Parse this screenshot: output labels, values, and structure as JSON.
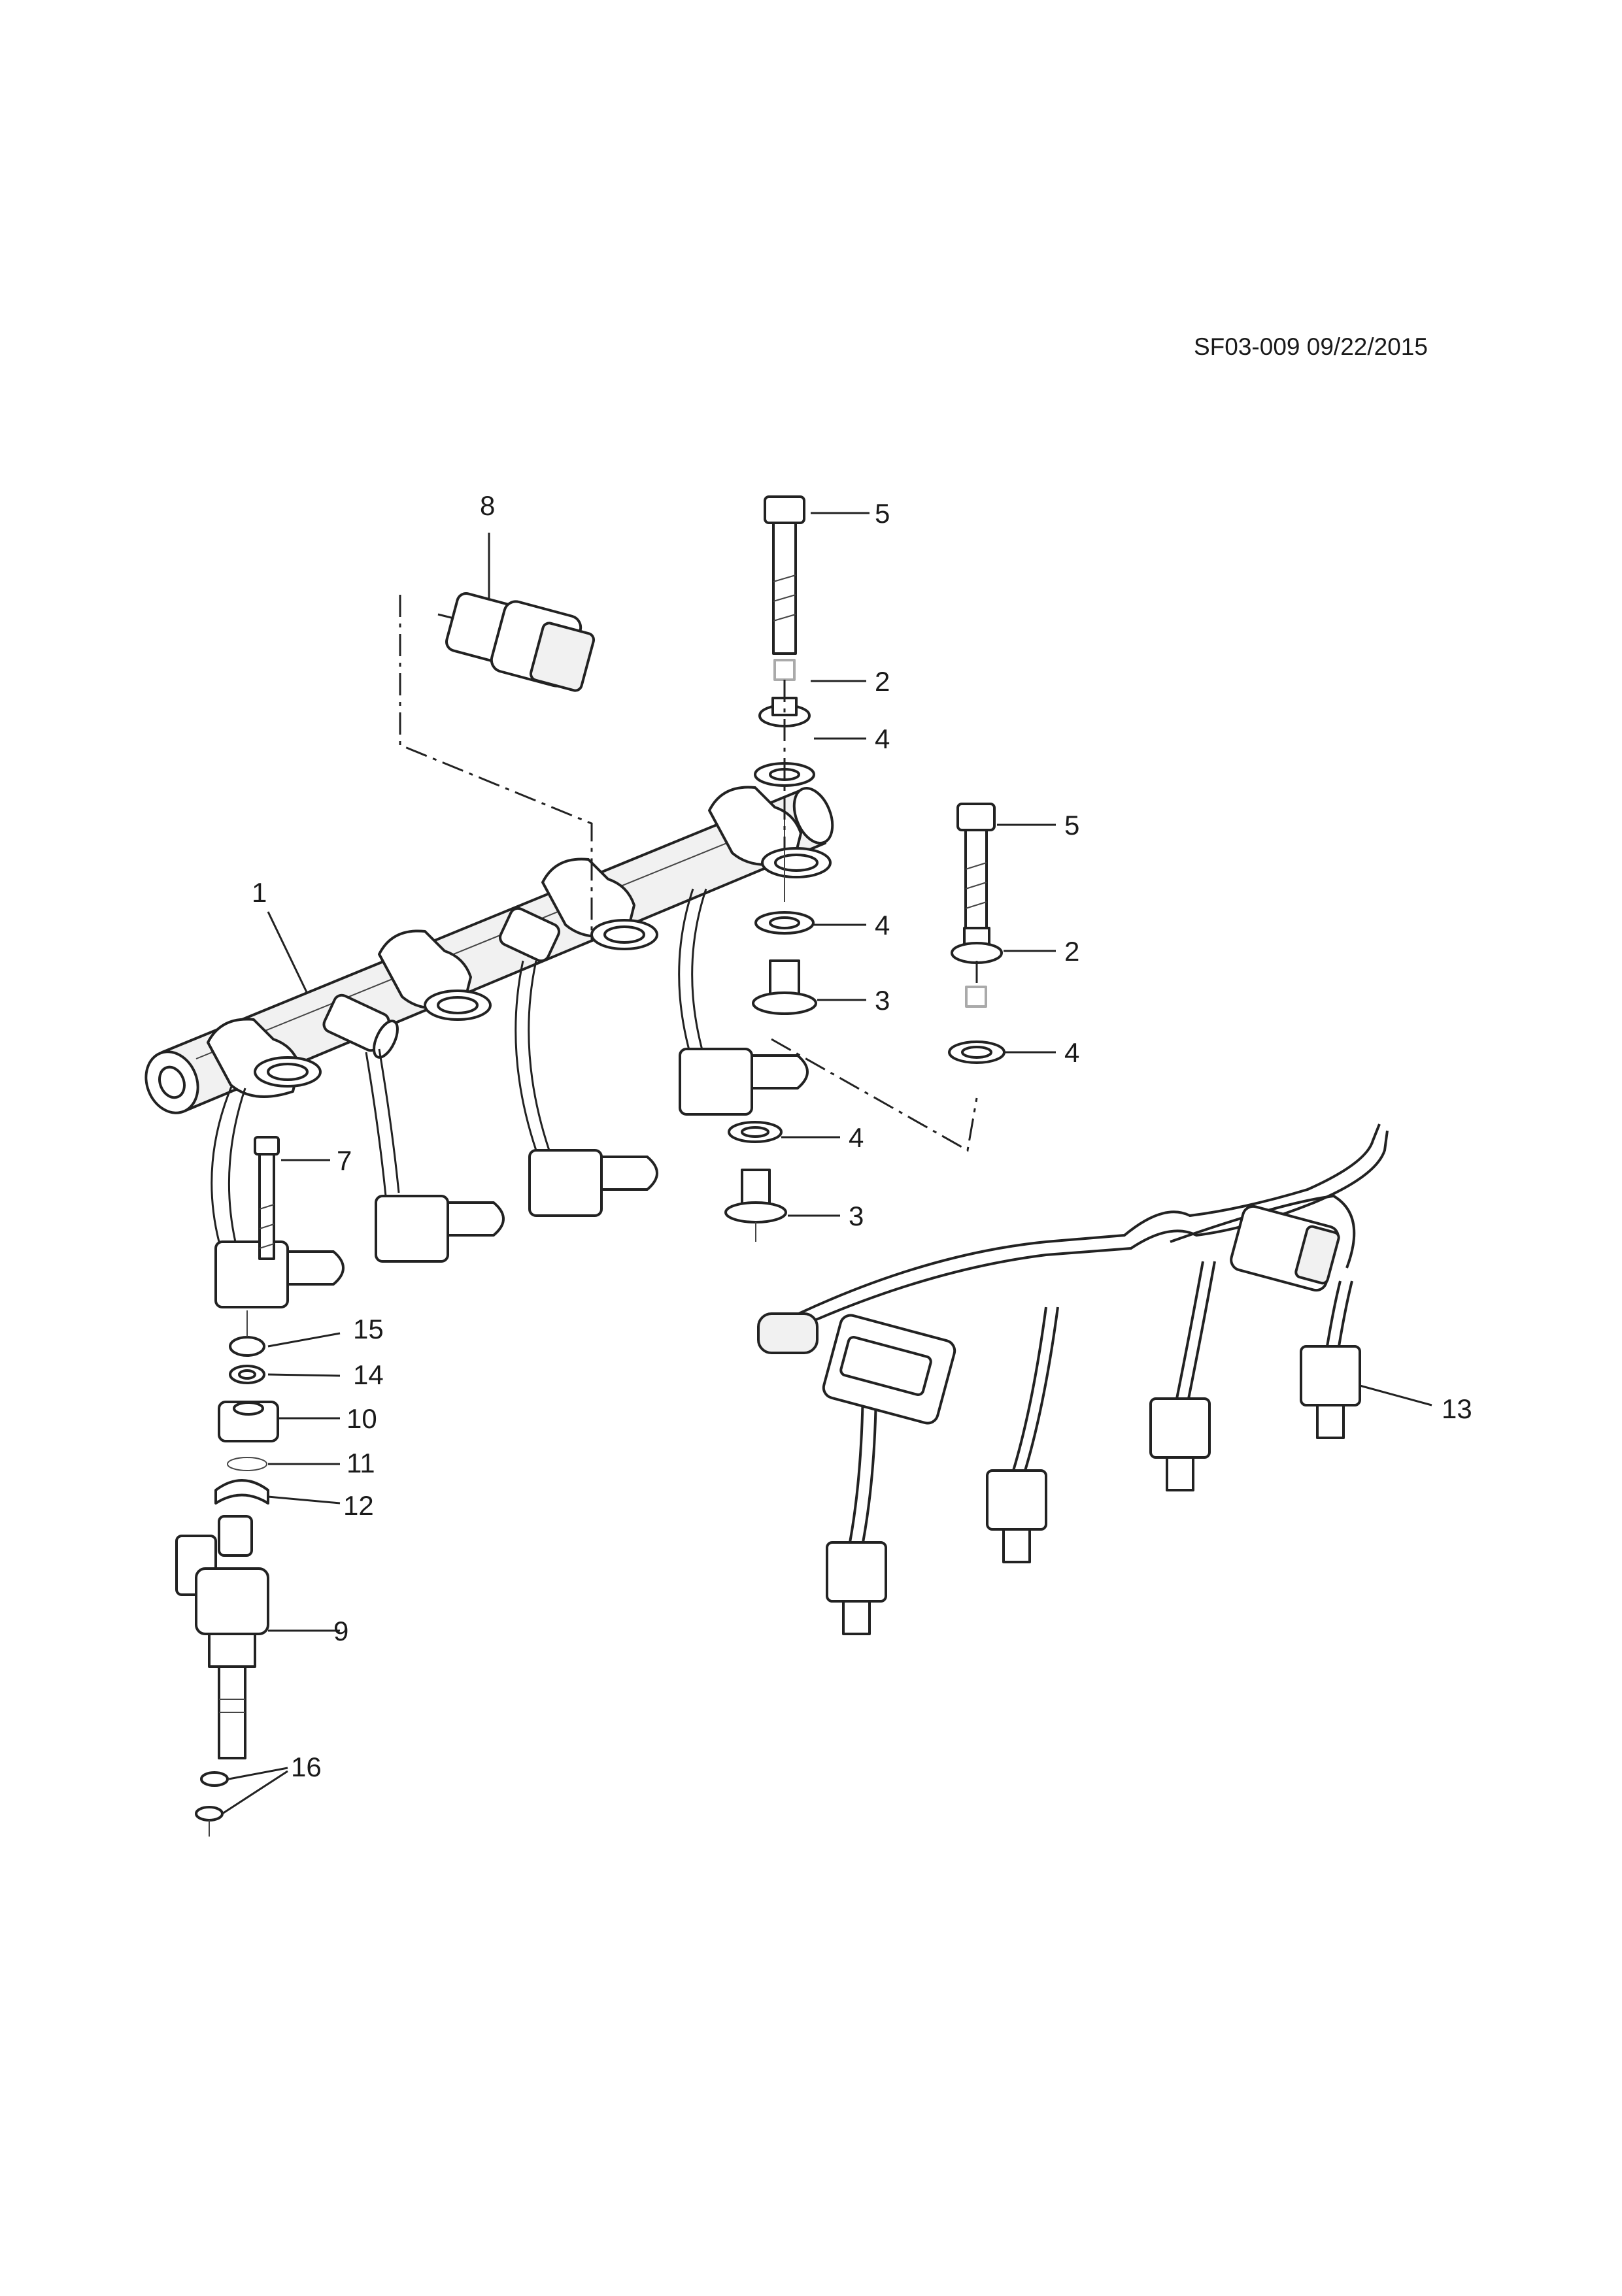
{
  "document": {
    "code": "SF03-009 09/22/2015"
  },
  "callouts": [
    {
      "part": "1",
      "label": "1"
    },
    {
      "part": "2a",
      "label": "2"
    },
    {
      "part": "2b",
      "label": "2"
    },
    {
      "part": "3a",
      "label": "3"
    },
    {
      "part": "3b",
      "label": "3"
    },
    {
      "part": "4a",
      "label": "4"
    },
    {
      "part": "4b",
      "label": "4"
    },
    {
      "part": "4c",
      "label": "4"
    },
    {
      "part": "4d",
      "label": "4"
    },
    {
      "part": "5a",
      "label": "5"
    },
    {
      "part": "5b",
      "label": "5"
    },
    {
      "part": "7",
      "label": "7"
    },
    {
      "part": "8",
      "label": "8"
    },
    {
      "part": "9",
      "label": "9"
    },
    {
      "part": "10",
      "label": "10"
    },
    {
      "part": "11",
      "label": "11"
    },
    {
      "part": "12",
      "label": "12"
    },
    {
      "part": "13",
      "label": "13"
    },
    {
      "part": "14",
      "label": "14"
    },
    {
      "part": "15",
      "label": "15"
    },
    {
      "part": "16",
      "label": "16"
    }
  ]
}
